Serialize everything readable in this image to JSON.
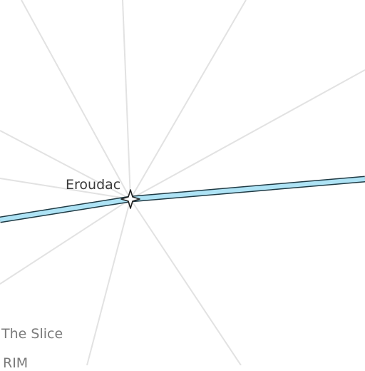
{
  "map": {
    "places": {
      "eroudac": "Eroudac",
      "the_slice": "The Slice",
      "rim": "RIM"
    },
    "route": {
      "color": "#aee3f5",
      "casing_color": "#1f3a44"
    },
    "road_color": "#e2e2e2",
    "background_color": "#ffffff",
    "marker": {
      "icon": "star-marker-icon",
      "fill": "#ffffff",
      "stroke": "#222222"
    }
  }
}
